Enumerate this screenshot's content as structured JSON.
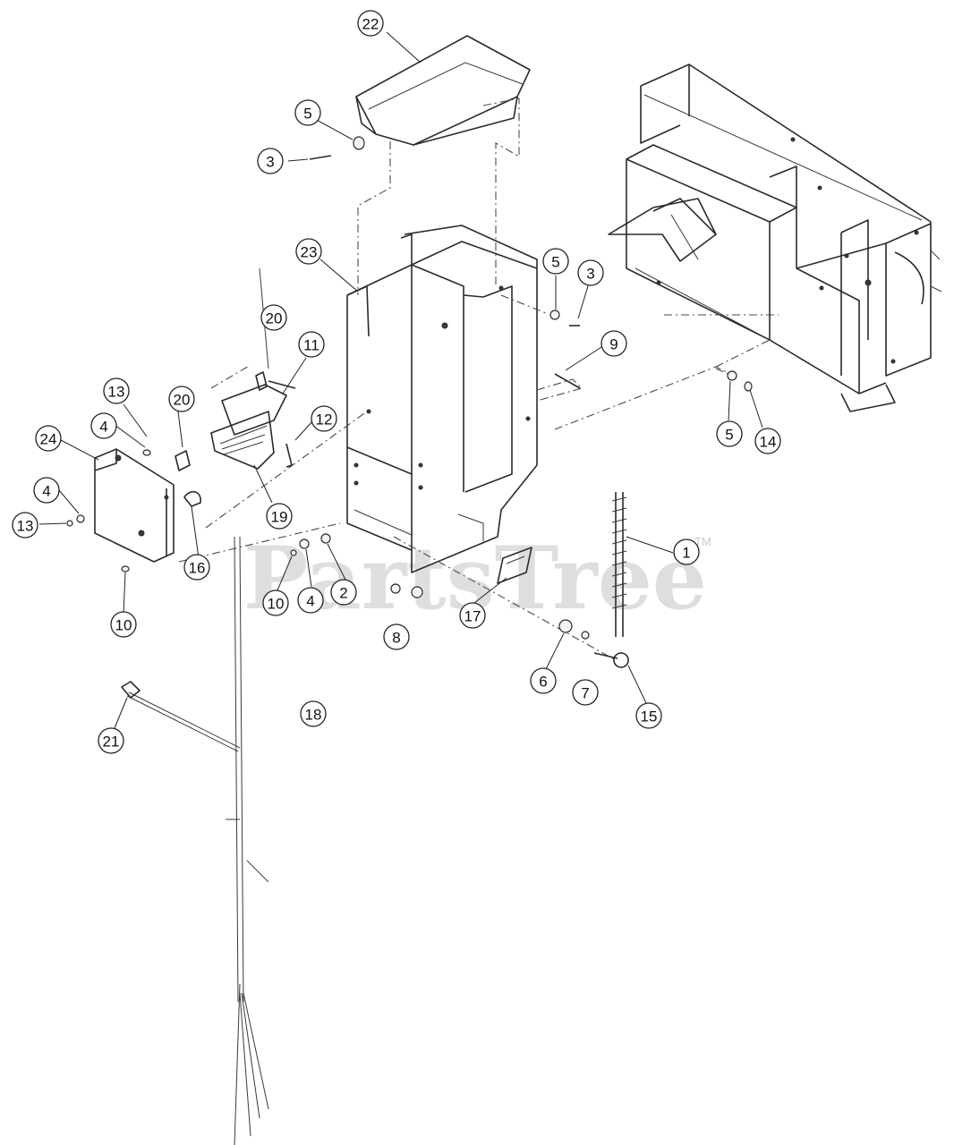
{
  "watermark": {
    "brand": "PartsTree",
    "trademark": "TM"
  },
  "callouts": [
    {
      "label": "22"
    },
    {
      "label": "5"
    },
    {
      "label": "3"
    },
    {
      "label": "23"
    },
    {
      "label": "5"
    },
    {
      "label": "3"
    },
    {
      "label": "9"
    },
    {
      "label": "20"
    },
    {
      "label": "11"
    },
    {
      "label": "13"
    },
    {
      "label": "20"
    },
    {
      "label": "12"
    },
    {
      "label": "4"
    },
    {
      "label": "24"
    },
    {
      "label": "4"
    },
    {
      "label": "13"
    },
    {
      "label": "19"
    },
    {
      "label": "16"
    },
    {
      "label": "10"
    },
    {
      "label": "10"
    },
    {
      "label": "4"
    },
    {
      "label": "2"
    },
    {
      "label": "17"
    },
    {
      "label": "8"
    },
    {
      "label": "1"
    },
    {
      "label": "6"
    },
    {
      "label": "7"
    },
    {
      "label": "15"
    },
    {
      "label": "5"
    },
    {
      "label": "14"
    },
    {
      "label": "18"
    },
    {
      "label": "21"
    }
  ],
  "colors": {
    "line": "#2a2a2a",
    "watermark": "#d9d9d9",
    "background": "#ffffff"
  }
}
